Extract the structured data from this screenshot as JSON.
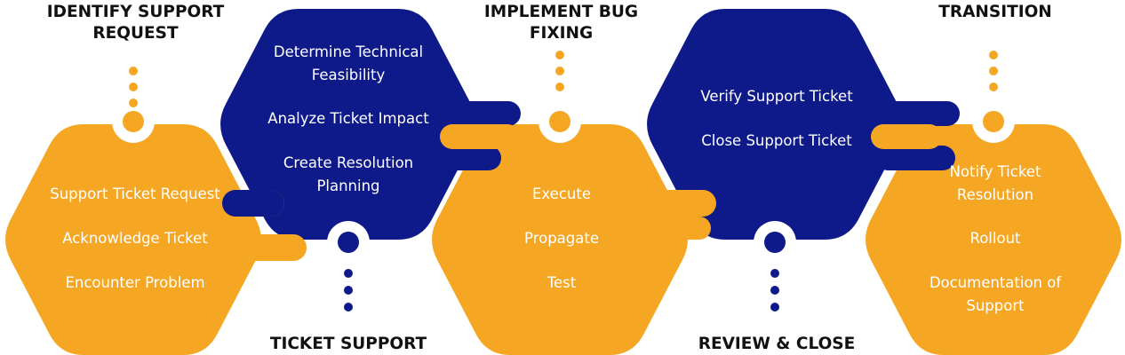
{
  "colors": {
    "orange": "#F5A623",
    "navy": "#0E1A8A",
    "title": "#111111",
    "background": "#FFFFFF"
  },
  "stages": [
    {
      "title": "IDENTIFY SUPPORT REQUEST",
      "color": "orange",
      "items": [
        "Support Ticket Request",
        "Acknowledge Ticket",
        "Encounter Problem"
      ]
    },
    {
      "title": "TICKET SUPPORT",
      "color": "navy",
      "items": [
        "Determine Technical Feasibility",
        "Analyze Ticket Impact",
        "Create Resolution Planning"
      ]
    },
    {
      "title": "IMPLEMENT BUG FIXING",
      "color": "orange",
      "items": [
        "Execute",
        "Propagate",
        "Test"
      ]
    },
    {
      "title": "REVIEW & CLOSE",
      "color": "navy",
      "items": [
        "Verify Support Ticket",
        "Close Support Ticket"
      ]
    },
    {
      "title": "TRANSITION",
      "color": "orange",
      "items": [
        "Notify Ticket Resolution",
        "Rollout",
        "Documentation of Support"
      ]
    }
  ]
}
